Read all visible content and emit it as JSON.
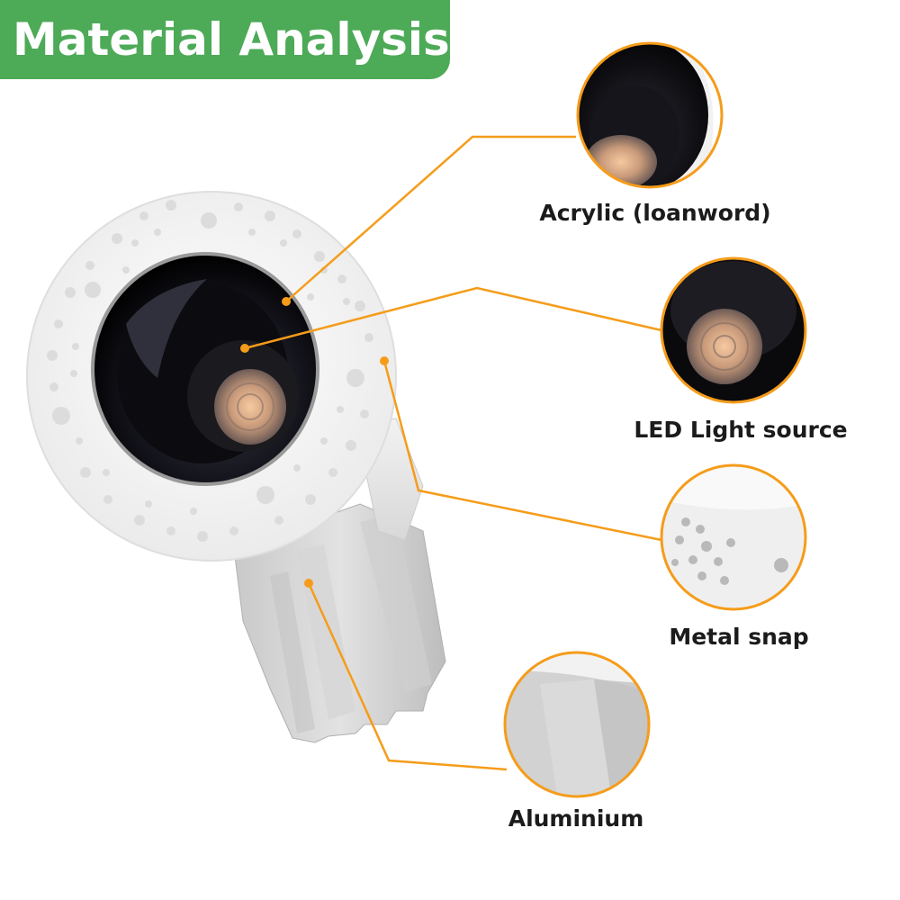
{
  "title": "Material Analysis",
  "accent_color": "#f59c1a",
  "banner_color": "#4daa57",
  "components": [
    {
      "id": "acrylic",
      "label": "Acrylic (loanword)"
    },
    {
      "id": "led",
      "label": "LED Light source"
    },
    {
      "id": "snap",
      "label": "Metal snap"
    },
    {
      "id": "aluminium",
      "label": "Aluminium"
    }
  ]
}
